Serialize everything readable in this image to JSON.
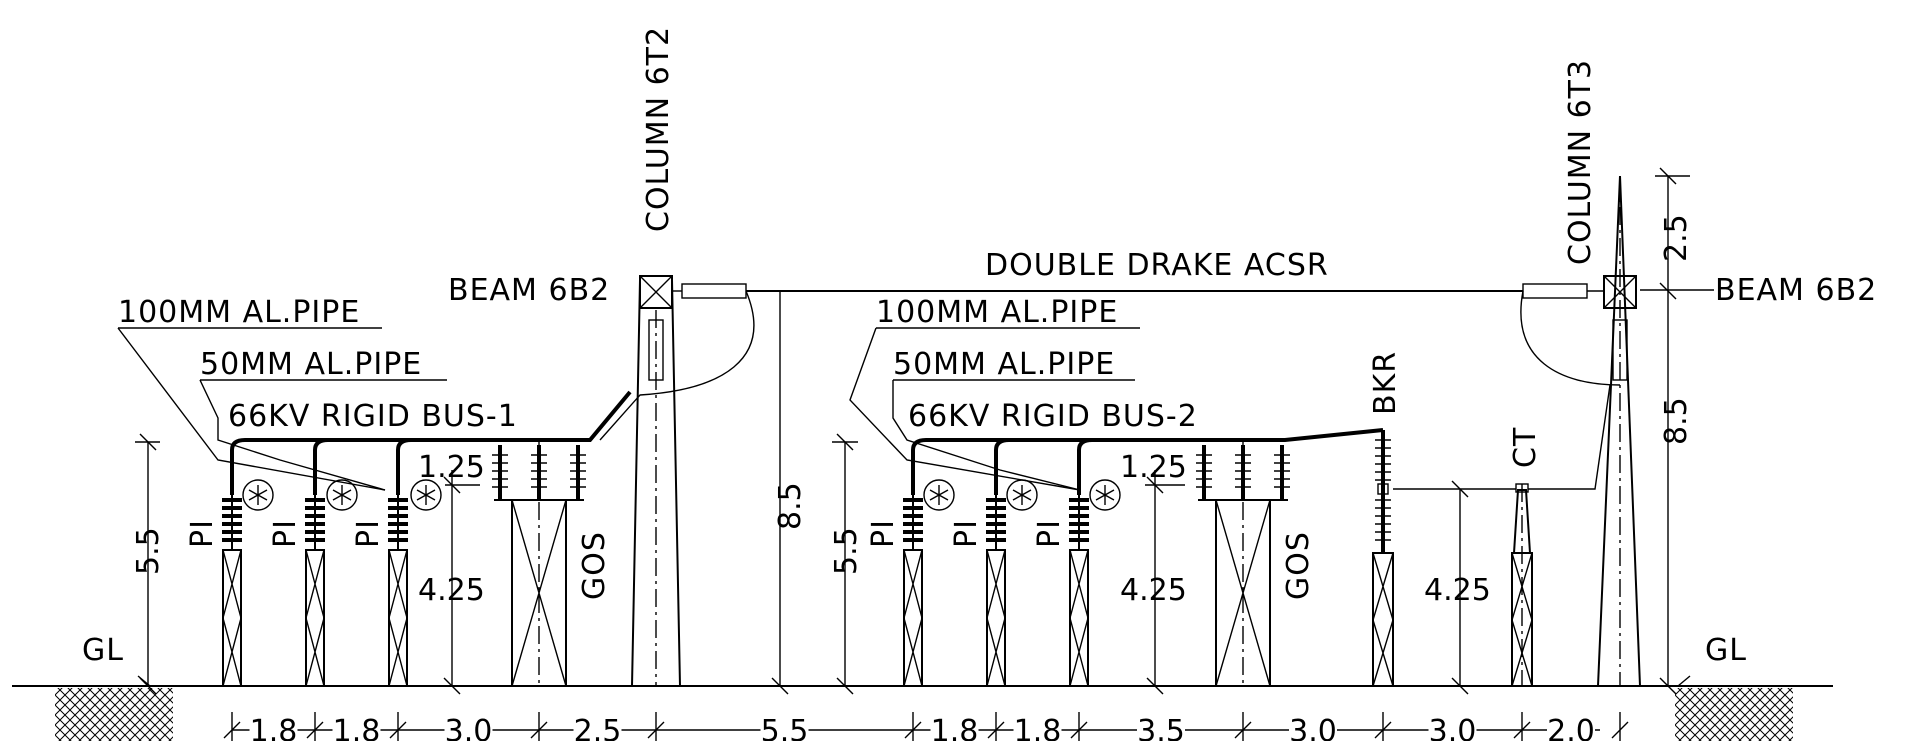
{
  "labels": {
    "column_left": "COLUMN 6T2",
    "column_right": "COLUMN 6T3",
    "beam_left": "BEAM 6B2",
    "beam_right": "BEAM 6B2",
    "conductor": "DOUBLE DRAKE ACSR",
    "pipe100_left": "100MM AL.PIPE",
    "pipe50_left": "50MM AL.PIPE",
    "bus_left": "66KV RIGID BUS-1",
    "pipe100_right": "100MM AL.PIPE",
    "pipe50_right": "50MM AL.PIPE",
    "bus_right": "66KV RIGID BUS-2",
    "pi": "PI",
    "gos": "GOS",
    "bkr": "BKR",
    "ct": "CT",
    "gl": "GL"
  },
  "dimensions": {
    "bottom": [
      "1.8",
      "1.8",
      "3.0",
      "2.5",
      "5.5",
      "1.8",
      "1.8",
      "3.5",
      "3.0",
      "3.0",
      "2.0"
    ],
    "pi_height": "5.5",
    "pi_height_right": "5.5",
    "gos_clear_left": "1.25",
    "gos_clear_right": "1.25",
    "gos_height_left": "4.25",
    "gos_height_right": "4.25",
    "ct_height": "4.25",
    "beam_height_mid": "8.5",
    "beam_height_right": "8.5",
    "peak_height": "2.5"
  }
}
